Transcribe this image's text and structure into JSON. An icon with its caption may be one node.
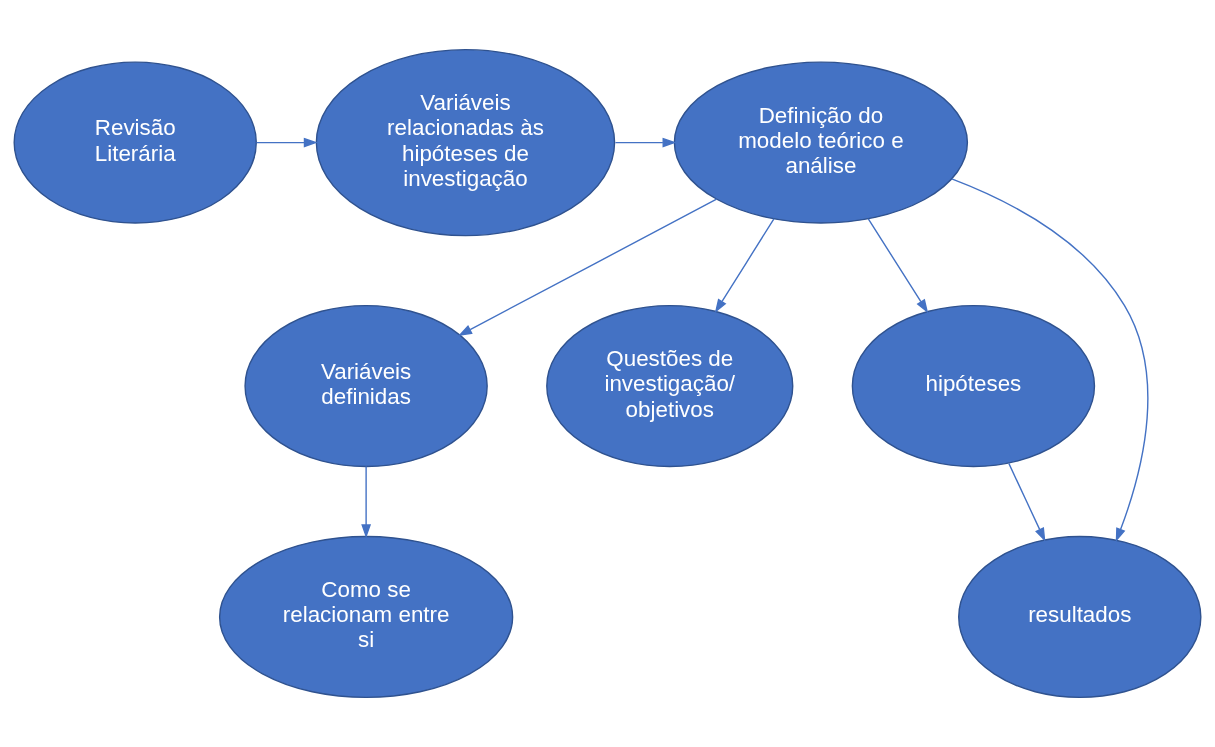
{
  "diagram": {
    "nodes": [
      {
        "text": [
          "Revisão Literária"
        ]
      },
      {
        "text": [
          "Variáveis relacionadas às hipóteses de investigação"
        ]
      },
      {
        "text": [
          "Definição do modelo teórico e análise"
        ]
      },
      {
        "text": [
          "Variáveis definidas"
        ]
      },
      {
        "text": [
          "Questões de investigação/ objetivos"
        ]
      },
      {
        "text": [
          "hipóteses"
        ]
      },
      {
        "text": [
          "Como se relacionam entre si"
        ]
      },
      {
        "text": [
          "resultados"
        ]
      }
    ],
    "edges": [
      {
        "from": 0,
        "to": 1,
        "arrow": "to"
      },
      {
        "from": 1,
        "to": 2,
        "arrow": "to"
      },
      {
        "from": 2,
        "to": 3,
        "arrow": "to"
      },
      {
        "from": 2,
        "to": 4,
        "arrow": "to"
      },
      {
        "from": 2,
        "to": 5,
        "arrow": "to"
      },
      {
        "from": 2,
        "to": 7,
        "arrow": "to"
      },
      {
        "from": 3,
        "to": 6,
        "arrow": "to"
      },
      {
        "from": 5,
        "to": 7,
        "arrow": "to"
      }
    ]
  }
}
